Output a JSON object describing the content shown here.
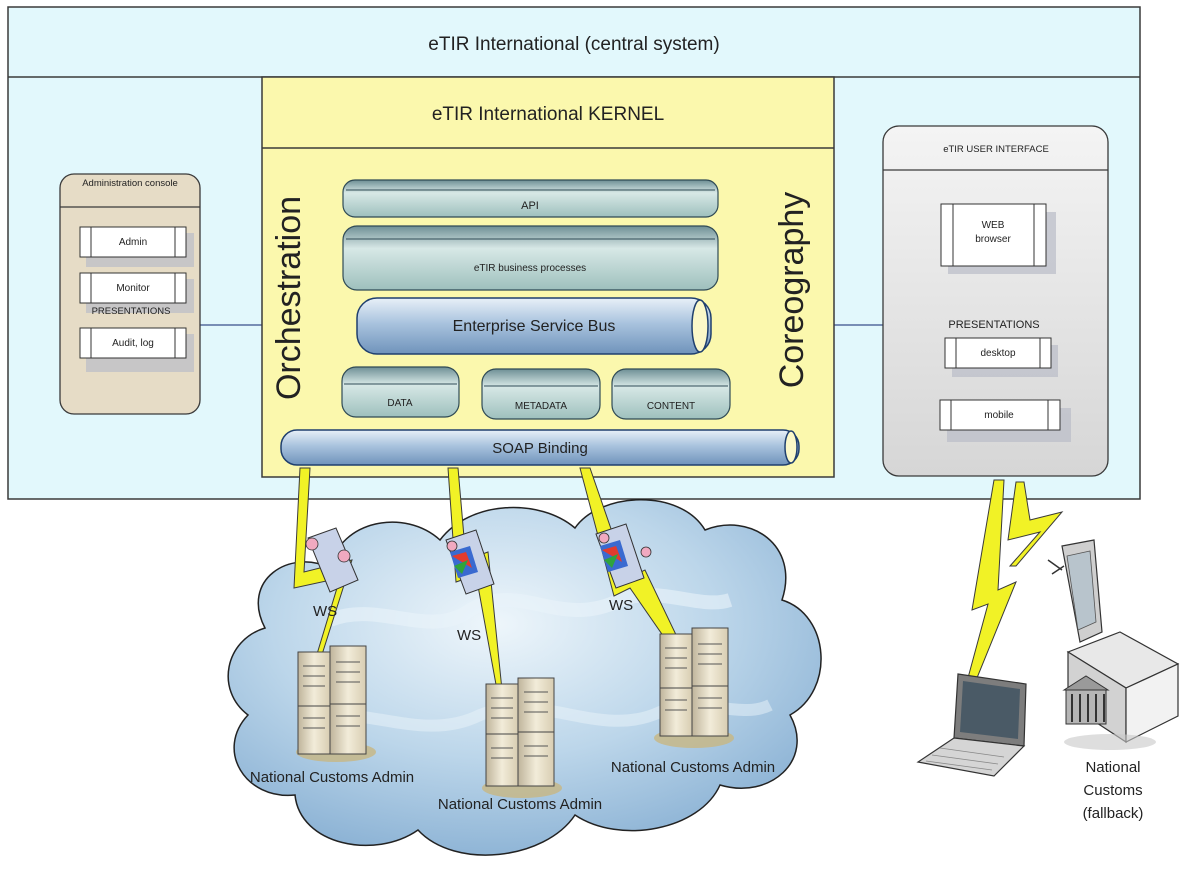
{
  "central": {
    "title": "eTIR International (central system)"
  },
  "kernel": {
    "title": "eTIR International KERNEL",
    "orchestration": "Orchestration",
    "coreography": "Coreography",
    "api": "API",
    "business_processes": "eTIR business processes",
    "esb": "Enterprise Service Bus",
    "data": "DATA",
    "metadata": "METADATA",
    "content": "CONTENT",
    "soap": "SOAP Binding"
  },
  "admin_console": {
    "title": "Administration console",
    "admin": "Admin",
    "monitor": "Monitor",
    "presentations": "PRESENTATIONS",
    "audit": "Audit, log"
  },
  "user_interface": {
    "title": "eTIR USER INTERFACE",
    "web_line1": "WEB",
    "web_line2": "browser",
    "presentations": "PRESENTATIONS",
    "desktop": "desktop",
    "mobile": "mobile"
  },
  "national": {
    "ws1": "WS",
    "ws2": "WS",
    "ws3": "WS",
    "admin1": "National Customs Admin",
    "admin2": "National Customs Admin",
    "admin3": "National Customs Admin",
    "fallback_line1": "National",
    "fallback_line2": "Customs",
    "fallback_line3": "(fallback)"
  },
  "colors": {
    "central_fill": "#e2f8fc",
    "kernel_fill": "#fbf8ad",
    "console_fill": "#e6dcc6",
    "ui_fill": "#dcdcdc",
    "pipe_fill": "#b5cde4",
    "cloud_fill": "#aac9e4",
    "lightning": "#f1f226"
  }
}
